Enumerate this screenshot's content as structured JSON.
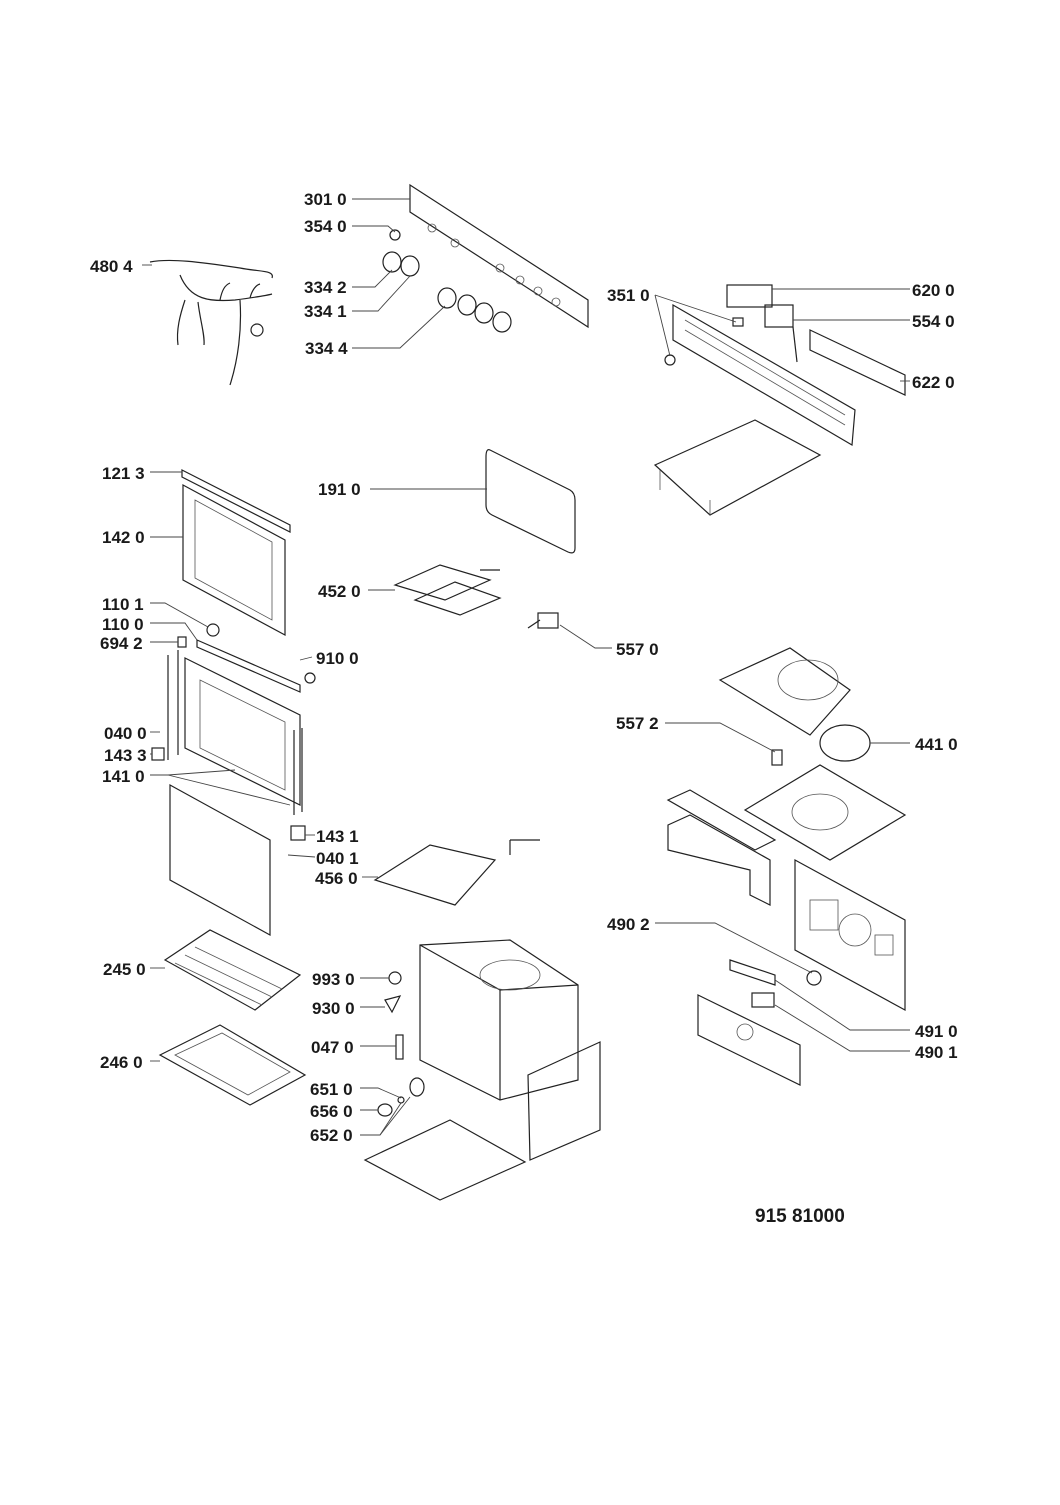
{
  "diagram": {
    "type": "exploded-parts-view",
    "subject": "built-in oven",
    "drawing_code": "915 81000",
    "labels": [
      {
        "id": "p3010",
        "text": "301 0"
      },
      {
        "id": "p3540",
        "text": "354 0"
      },
      {
        "id": "p4804",
        "text": "480 4"
      },
      {
        "id": "p3342",
        "text": "334 2"
      },
      {
        "id": "p3341",
        "text": "334 1"
      },
      {
        "id": "p3344",
        "text": "334 4"
      },
      {
        "id": "p3510",
        "text": "351 0"
      },
      {
        "id": "p6200",
        "text": "620 0"
      },
      {
        "id": "p5540",
        "text": "554 0"
      },
      {
        "id": "p6220",
        "text": "622 0"
      },
      {
        "id": "p1213",
        "text": "121 3"
      },
      {
        "id": "p1910",
        "text": "191 0"
      },
      {
        "id": "p1420",
        "text": "142 0"
      },
      {
        "id": "p4520",
        "text": "452 0"
      },
      {
        "id": "p1101",
        "text": "110 1"
      },
      {
        "id": "p1100",
        "text": "110 0"
      },
      {
        "id": "p6942",
        "text": "694 2"
      },
      {
        "id": "p9100",
        "text": "910 0"
      },
      {
        "id": "p5570",
        "text": "557 0"
      },
      {
        "id": "p5572",
        "text": "557 2"
      },
      {
        "id": "p4410",
        "text": "441 0"
      },
      {
        "id": "p0400",
        "text": "040 0"
      },
      {
        "id": "p1433",
        "text": "143 3"
      },
      {
        "id": "p1410",
        "text": "141 0"
      },
      {
        "id": "p1431",
        "text": "143 1"
      },
      {
        "id": "p0401",
        "text": "040 1"
      },
      {
        "id": "p4560",
        "text": "456 0"
      },
      {
        "id": "p4902",
        "text": "490 2"
      },
      {
        "id": "p2450",
        "text": "245 0"
      },
      {
        "id": "p9930",
        "text": "993 0"
      },
      {
        "id": "p9300",
        "text": "930 0"
      },
      {
        "id": "p4910",
        "text": "491 0"
      },
      {
        "id": "p4901",
        "text": "490 1"
      },
      {
        "id": "p0470",
        "text": "047 0"
      },
      {
        "id": "p2460",
        "text": "246 0"
      },
      {
        "id": "p6510",
        "text": "651 0"
      },
      {
        "id": "p6560",
        "text": "656 0"
      },
      {
        "id": "p6520",
        "text": "652 0"
      }
    ]
  }
}
